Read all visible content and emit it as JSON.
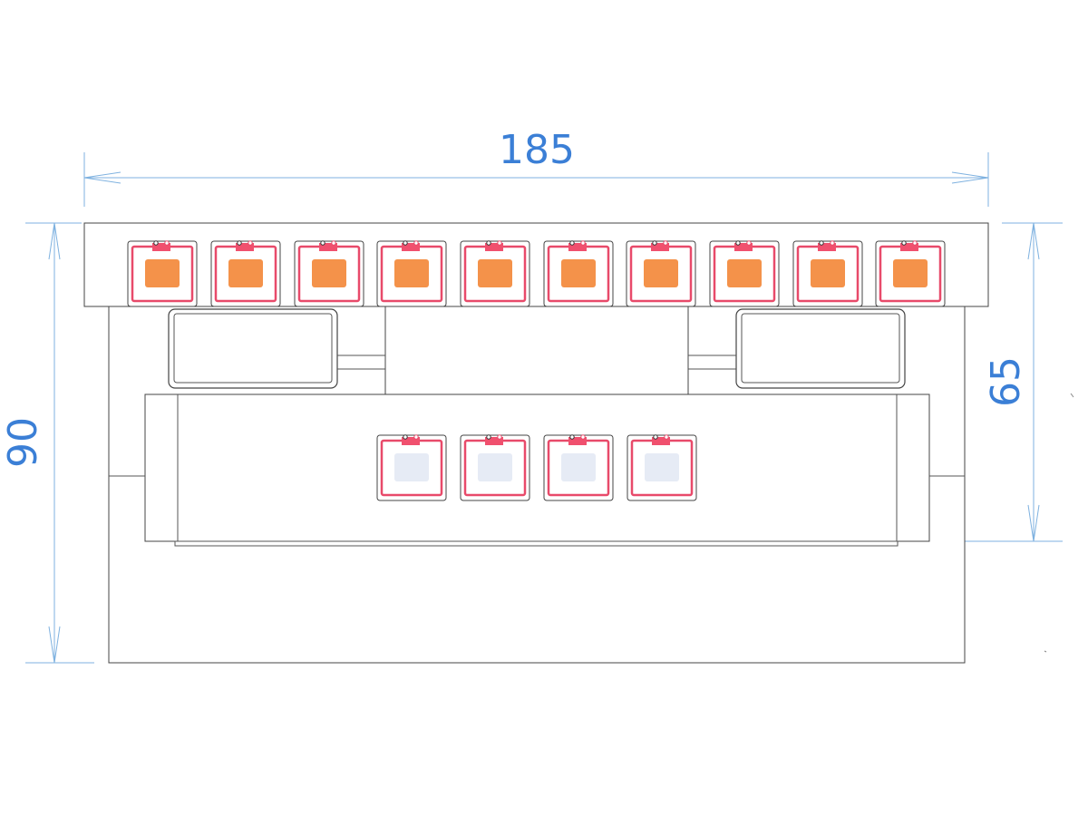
{
  "dimensions": {
    "overall_width": "185",
    "overall_height": "90",
    "inner_width": "160",
    "inner_height": "65"
  },
  "colors": {
    "dimension_text": "#3b7fd6",
    "dimension_line": "#7fb2e0",
    "module_frame": "#e84a6a",
    "module_tab": "#f0506e",
    "module_fill_top": "#f4924a",
    "module_fill_bottom": "#e6ebf5",
    "outline": "#444444"
  },
  "top_row_modules": {
    "count": 10,
    "fill": "orange"
  },
  "bottom_row_modules": {
    "count": 4,
    "fill": "pale-blue"
  }
}
